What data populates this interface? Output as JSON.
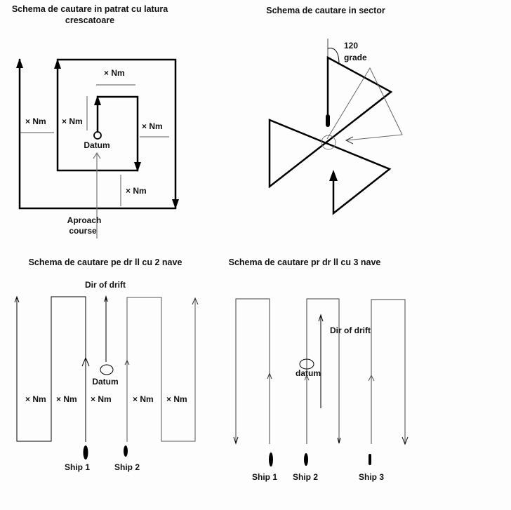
{
  "diagrams": {
    "expanding_square": {
      "title_line1": "Schema de cautare in patrat cu latura",
      "title_line2": "crescatoare",
      "labels": [
        "× Nm",
        "× Nm",
        "× Nm",
        "× Nm",
        "× Nm"
      ],
      "datum_label": "Datum",
      "approach_line1": "Aproach",
      "approach_line2": "course"
    },
    "sector": {
      "title": "Schema de cautare in sector",
      "angle_value": "120",
      "angle_unit": "grade"
    },
    "parallel_two_ships": {
      "title": "Schema de cautare pe dr ll cu 2 nave",
      "drift_label": "Dir of drift",
      "datum_label": "Datum",
      "spacing_labels": [
        "× Nm",
        "× Nm",
        "× Nm",
        "× Nm",
        "× Nm"
      ],
      "ships": [
        "Ship 1",
        "Ship 2"
      ]
    },
    "parallel_three_ships": {
      "title": "Schema de cautare pr dr ll cu 3 nave",
      "drift_label": "Dir of drift",
      "datum_label": "datum",
      "ships": [
        "Ship 1",
        "Ship 2",
        "Ship 3"
      ]
    }
  }
}
